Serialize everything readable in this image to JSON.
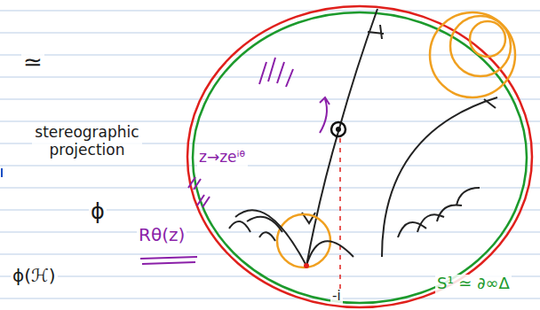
{
  "diagram": {
    "labels": [
      "≃",
      "stereographic projection",
      "z→zeⁱᶿ",
      "ϕ",
      "Rθ(z)",
      "ϕ(ℋ)",
      "-i",
      "S¹ ≃ ∂∞Δ"
    ]
  }
}
